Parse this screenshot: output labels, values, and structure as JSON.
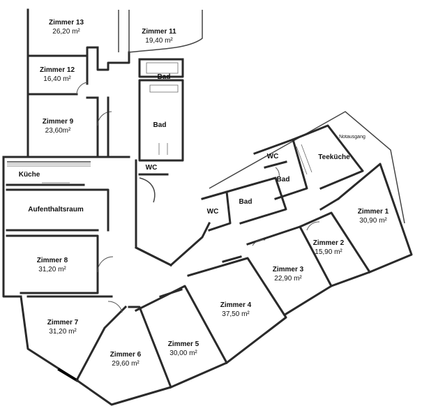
{
  "rooms": [
    {
      "name": "Zimmer 13",
      "area": "26,20 m²"
    },
    {
      "name": "Zimmer 11",
      "area": "19,40 m²"
    },
    {
      "name": "Zimmer 12",
      "area": "16,40 m²"
    },
    {
      "name": "Zimmer 9",
      "area": "23,60m²"
    },
    {
      "name": "Bad",
      "area": ""
    },
    {
      "name": "Bad",
      "area": ""
    },
    {
      "name": "WC",
      "area": ""
    },
    {
      "name": "Küche",
      "area": ""
    },
    {
      "name": "Aufenthaltsraum",
      "area": ""
    },
    {
      "name": "Zimmer 8",
      "area": "31,20 m²"
    },
    {
      "name": "Zimmer 7",
      "area": "31,20 m²"
    },
    {
      "name": "Zimmer 6",
      "area": "29,60 m²"
    },
    {
      "name": "Zimmer 5",
      "area": "30,00 m²"
    },
    {
      "name": "Zimmer 4",
      "area": "37,50 m²"
    },
    {
      "name": "Zimmer 3",
      "area": "22,90 m²"
    },
    {
      "name": "Zimmer 2",
      "area": "15,90 m²"
    },
    {
      "name": "Zimmer 1",
      "area": "30,90 m²"
    },
    {
      "name": "WC",
      "area": ""
    },
    {
      "name": "WC",
      "area": ""
    },
    {
      "name": "Bad",
      "area": ""
    },
    {
      "name": "Bad",
      "area": ""
    },
    {
      "name": "Teeküche",
      "area": ""
    }
  ],
  "notes": {
    "emergency_exit": "Notausgang"
  }
}
